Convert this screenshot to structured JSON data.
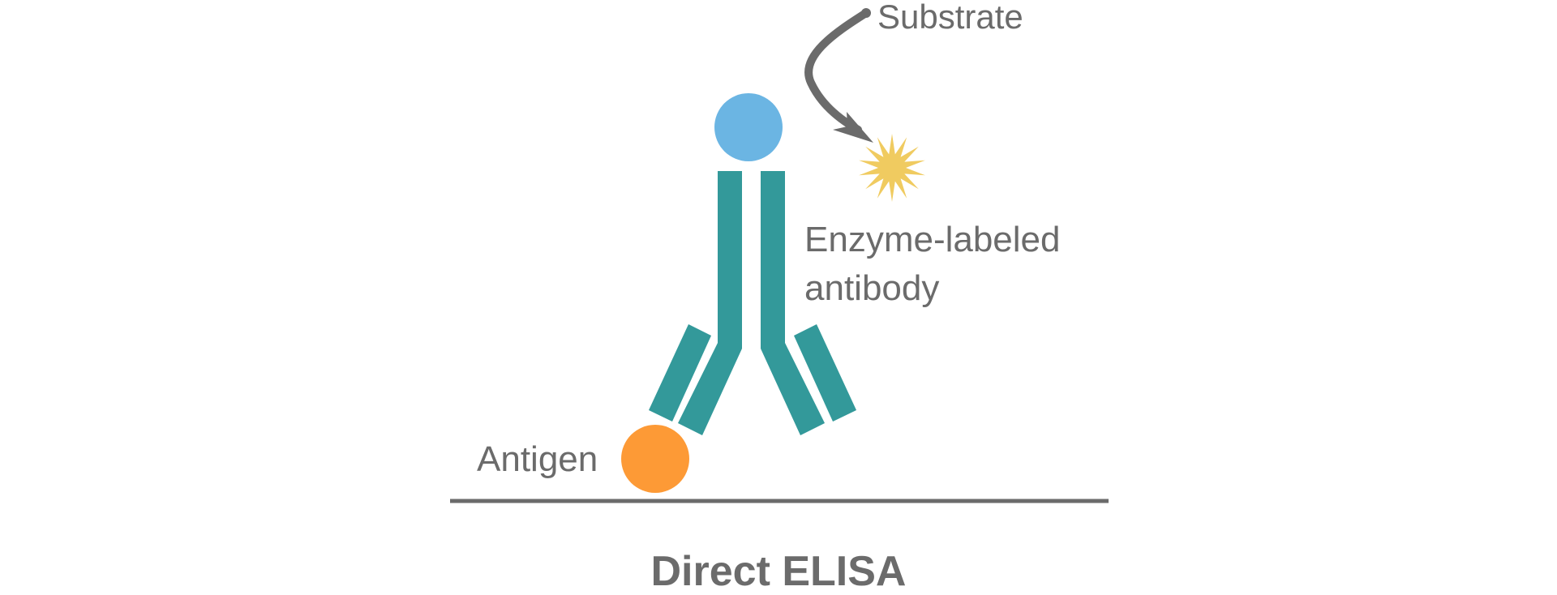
{
  "title": "Direct ELISA",
  "labels": {
    "substrate": "Substrate",
    "enzyme_line1": "Enzyme-labeled",
    "enzyme_line2": "antibody",
    "antigen": "Antigen"
  },
  "colors": {
    "antibody": "#33999a",
    "enzyme": "#6bb5e3",
    "antigen": "#fd9a36",
    "substrate_product": "#f0cb60",
    "arrow": "#6b6b6b",
    "surface": "#6b6b6b",
    "text": "#6b6b6b"
  }
}
